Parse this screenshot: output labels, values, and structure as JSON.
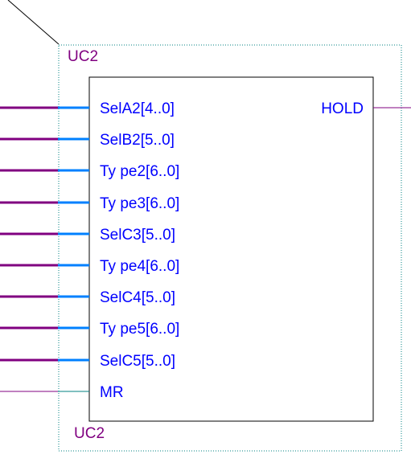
{
  "component": {
    "designator_top": "UC2",
    "designator_bottom": "UC2"
  },
  "pins_left": [
    {
      "label": "SelA2[4..0]",
      "bus": true
    },
    {
      "label": "SelB2[5..0]",
      "bus": true
    },
    {
      "label": "Ty pe2[6..0]",
      "bus": true
    },
    {
      "label": "Ty pe3[6..0]",
      "bus": true
    },
    {
      "label": "SelC3[5..0]",
      "bus": true
    },
    {
      "label": "Ty pe4[6..0]",
      "bus": true
    },
    {
      "label": "SelC4[5..0]",
      "bus": true
    },
    {
      "label": "Ty pe5[6..0]",
      "bus": true
    },
    {
      "label": "SelC5[5..0]",
      "bus": true
    },
    {
      "label": "MR",
      "bus": false
    }
  ],
  "pins_right": [
    {
      "label": "HOLD",
      "bus": false
    }
  ],
  "colors": {
    "designator": "#800080",
    "pin_label": "#0000ff",
    "pin_stub": "#0080ff",
    "bus_wire": "#800080",
    "wire": "#800080",
    "body_border": "#000000",
    "frame_dots": "#008080"
  }
}
